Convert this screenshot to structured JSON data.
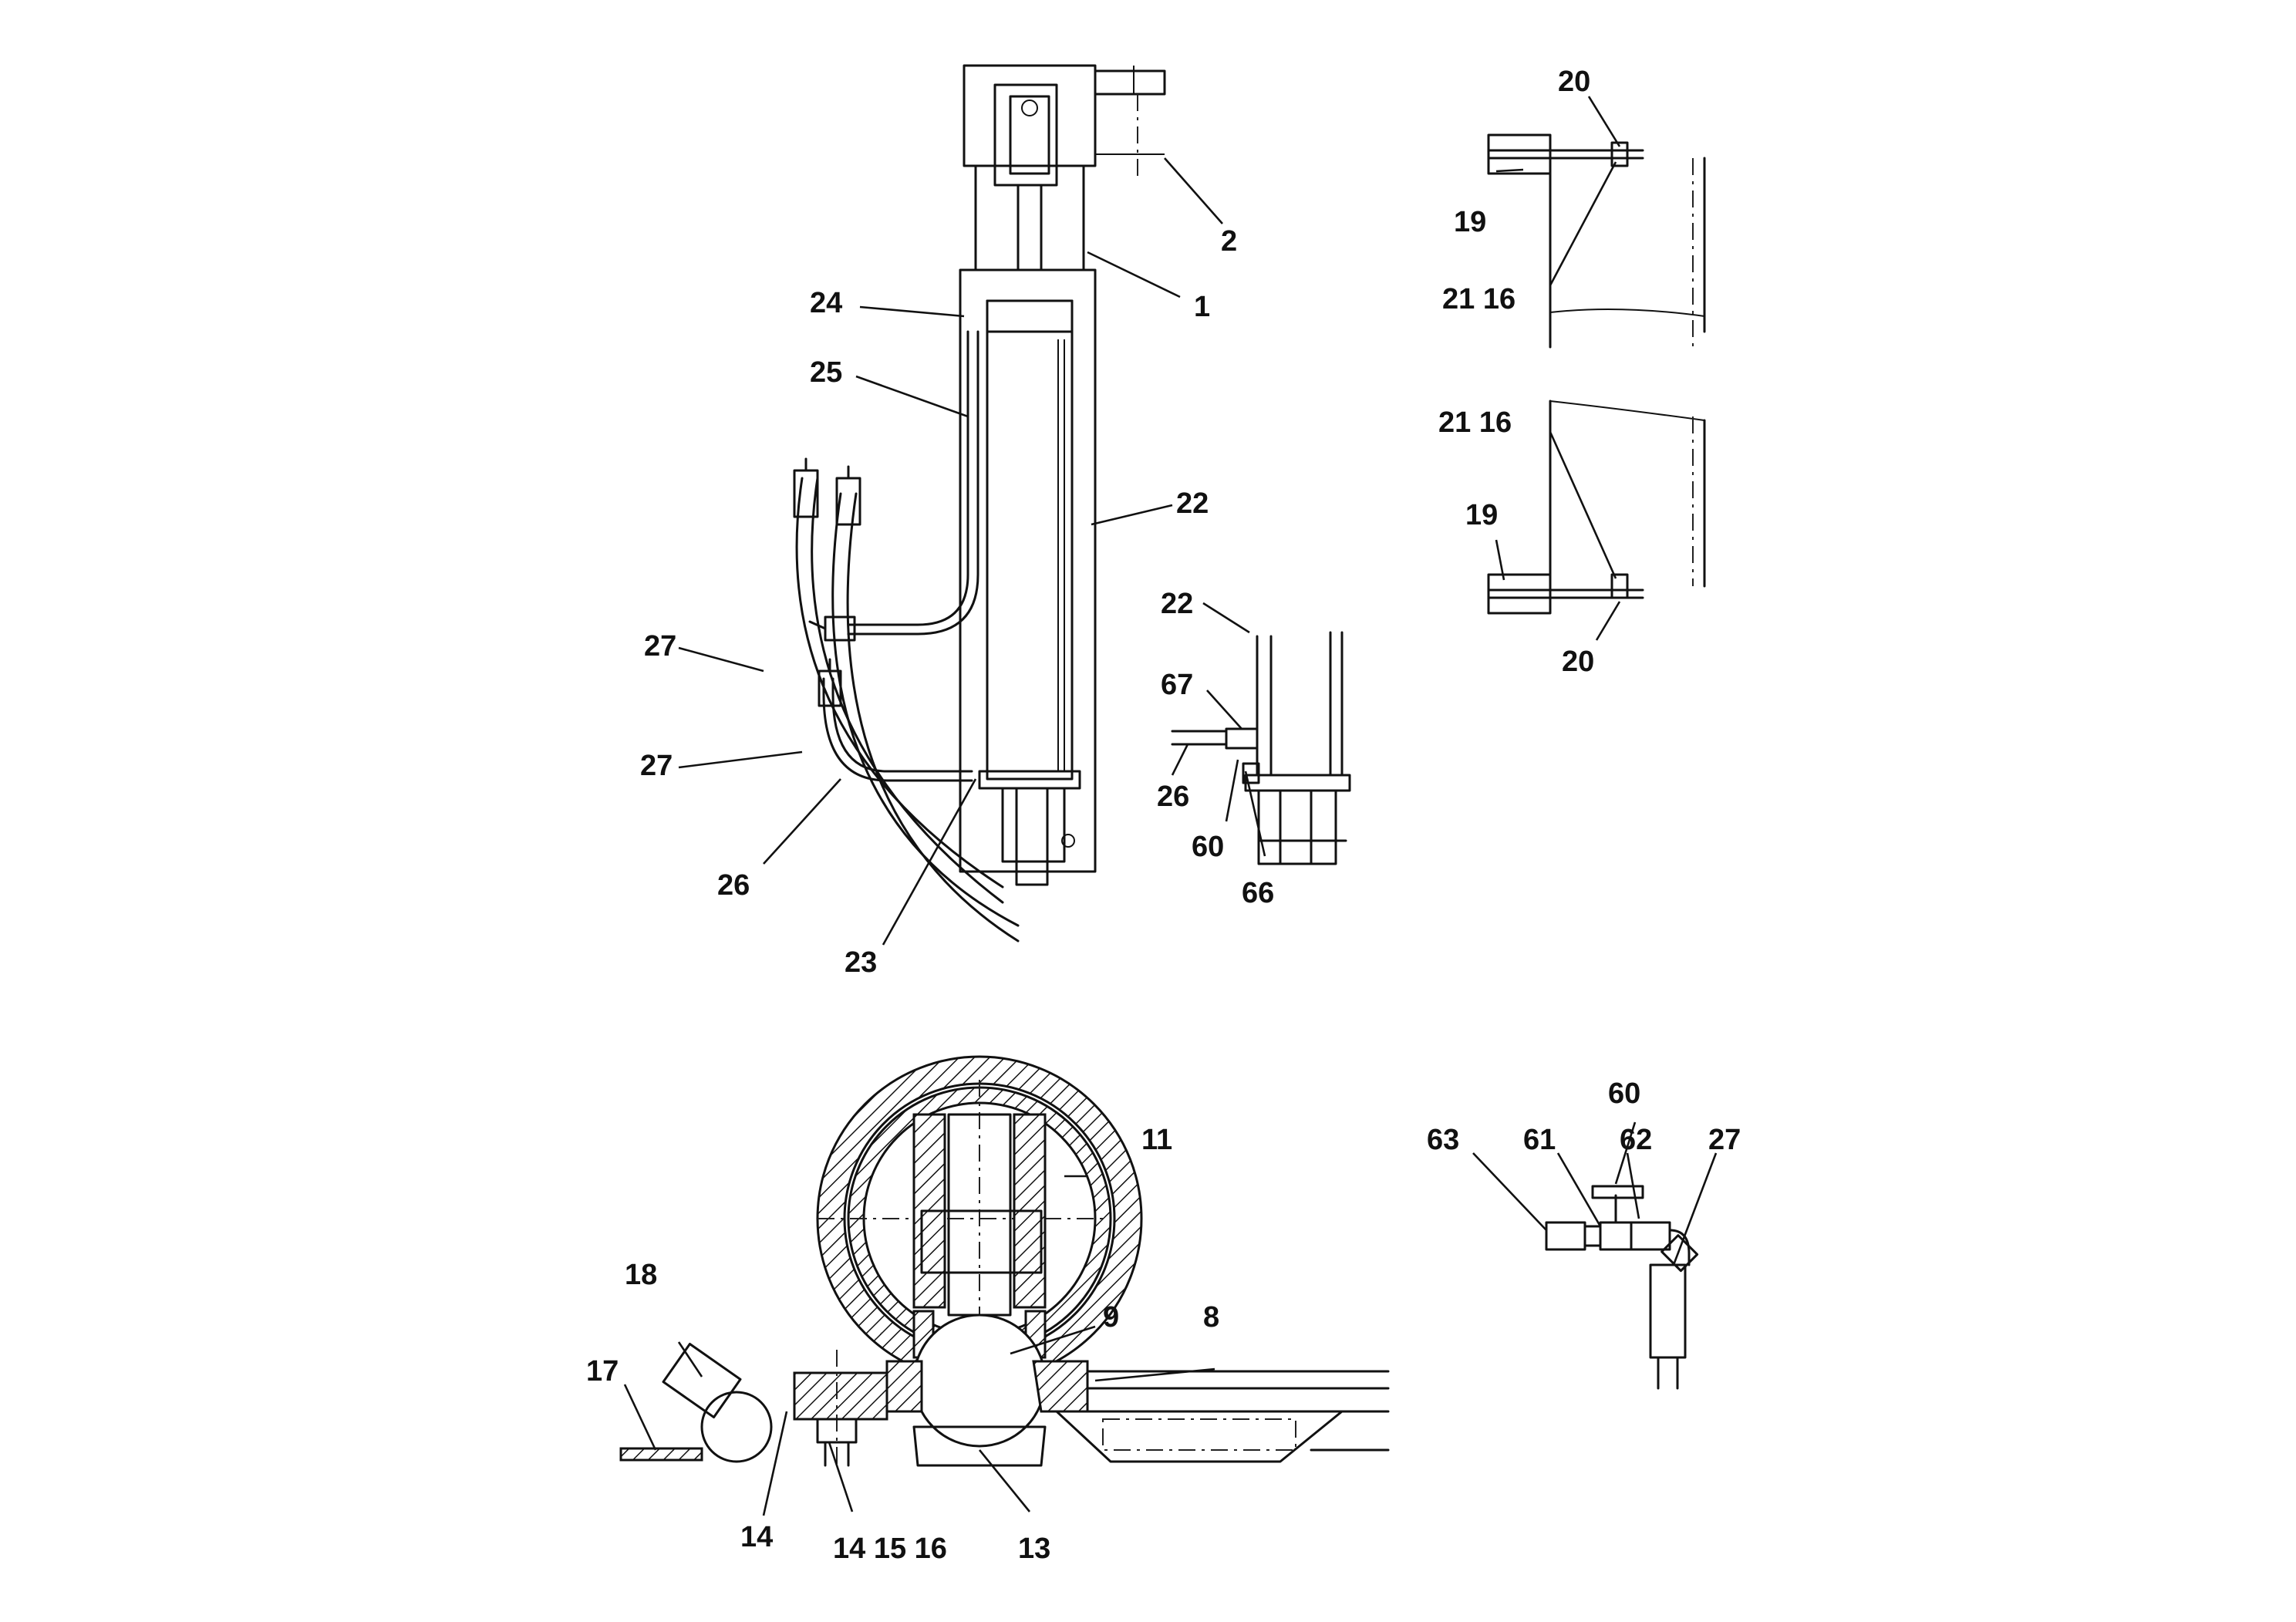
{
  "callouts": {
    "c1": "1",
    "c2": "2",
    "c24": "24",
    "c25": "25",
    "c22a": "22",
    "c27a": "27",
    "c27b": "27",
    "c26a": "26",
    "c23": "23",
    "c22b": "22",
    "c67": "67",
    "c26b": "26",
    "c60a": "60",
    "c66": "66",
    "c20a": "20",
    "c19a": "19",
    "c2116a": "21 16",
    "c2116b": "21 16",
    "c19b": "19",
    "c20b": "20",
    "c11": "11",
    "c9": "9",
    "c8": "8",
    "c18": "18",
    "c17": "17",
    "c14a": "14",
    "c141516": "14 15 16",
    "c13": "13",
    "c60b": "60",
    "c63": "63",
    "c61": "61",
    "c62": "62",
    "c27c": "27"
  }
}
